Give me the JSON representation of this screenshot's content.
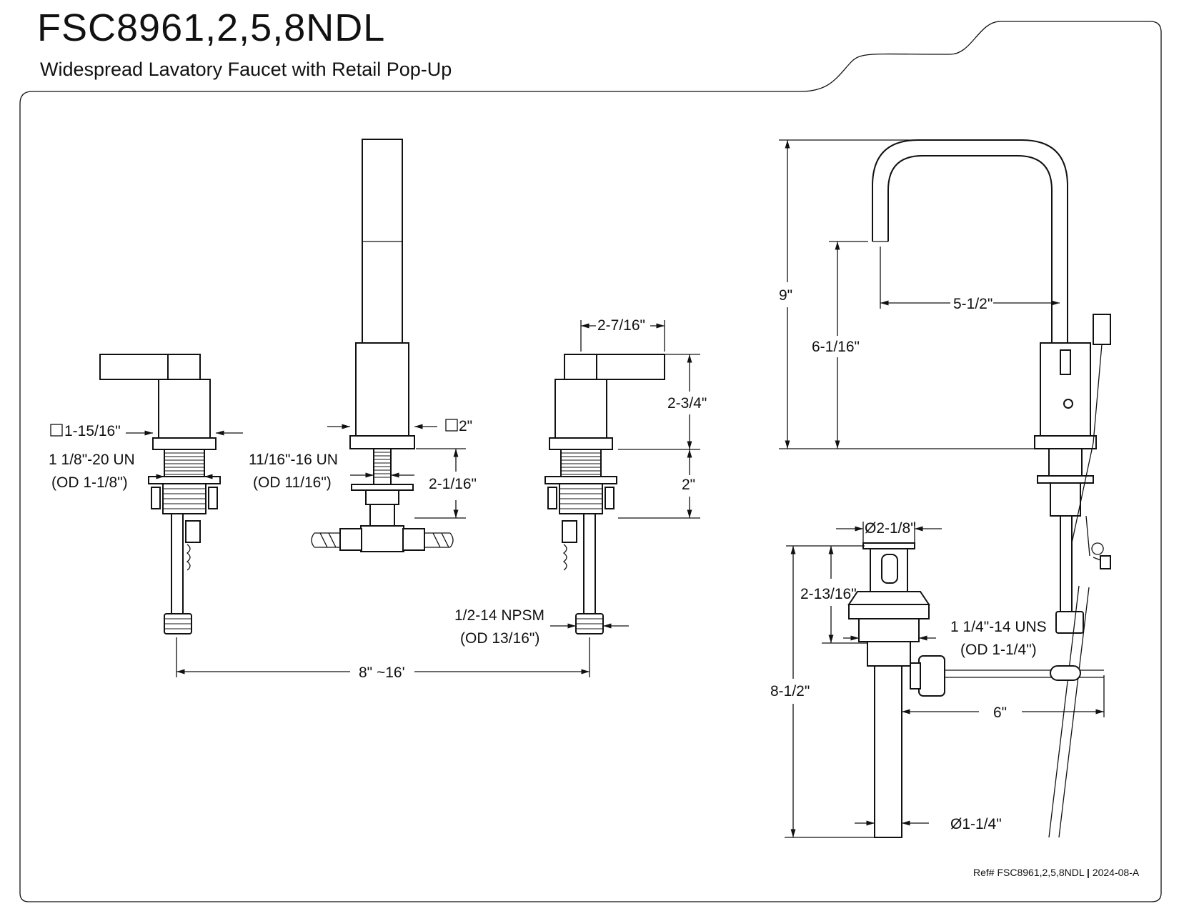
{
  "header": {
    "title": "FSC8961,2,5,8NDL",
    "subtitle": "Widespread Lavatory Faucet with Retail Pop-Up"
  },
  "footer": {
    "ref_text": "Ref# FSC8961,2,5,8NDL",
    "ref_sep": "|",
    "ref_rev": "2024-08-A"
  },
  "dimensions": {
    "left_handle_square": "1-15/16\"",
    "left_thread": "1 1/8\"-20 UN",
    "left_thread_od": "(OD 1-1/8\")",
    "spout_square": "2\"",
    "spout_thread": "11/16\"-16 UN",
    "spout_thread_od": "(OD 11/16\")",
    "shank_length": "2-1/16\"",
    "handle_width": "2-7/16\"",
    "handle_height": "2-3/4\"",
    "handle_shank": "2\"",
    "supply_thread": "1/2-14 NPSM",
    "supply_thread_od": "(OD 13/16\")",
    "spread": "8\" ~16'",
    "overall_height": "9\"",
    "spout_clearance": "6-1/16\"",
    "spout_reach": "5-1/2\"",
    "drain_diameter": "Ø2-1/8\"",
    "drain_flange_height": "2-13/16\"",
    "drain_thread": "1 1/4\"-14 UNS",
    "drain_thread_od": "(OD 1-1/4\")",
    "drain_length": "8-1/2\"",
    "pivot_rod": "6\"",
    "tailpiece_diameter": "Ø1-1/4\""
  }
}
